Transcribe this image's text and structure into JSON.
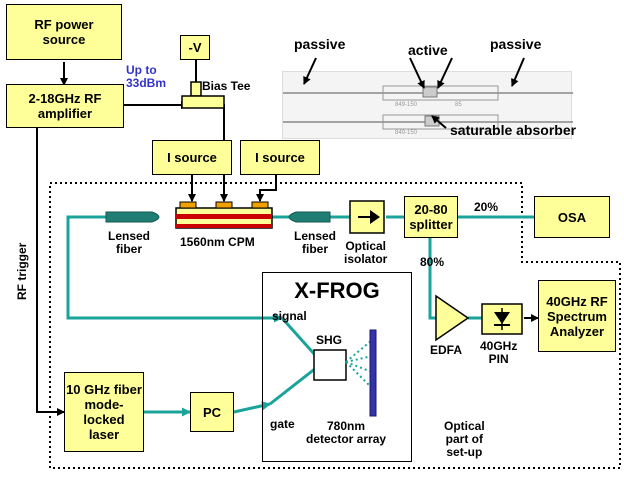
{
  "boxes": {
    "rf_source": "RF power\nsource",
    "rf_amp": "2-18GHz RF\namplifier",
    "neg_v": "-V",
    "i_source_1": "I source",
    "i_source_2": "I source",
    "splitter": "20-80\nsplitter",
    "osa": "OSA",
    "spectrum_analyzer": "40GHz RF\nSpectrum\nAnalyzer",
    "fiber_laser": "10 GHz fiber\nmode-locked\nlaser",
    "pc": "PC",
    "xfrog": "X-FROG",
    "shg": "SHG"
  },
  "labels": {
    "gain": "Up to\n33dBm",
    "bias_tee": "Bias Tee",
    "lensed_fiber_left": "Lensed\nfiber",
    "lensed_fiber_right": "Lensed\nfiber",
    "cpm": "1560nm CPM",
    "isolator": "Optical\nisolator",
    "rf_trigger": "RF trigger",
    "pct20": "20%",
    "pct80": "80%",
    "edfa": "EDFA",
    "pin": "40GHz\nPIN",
    "signal": "signal",
    "gate": "gate",
    "detector": "780nm\ndetector array",
    "optical_part": "Optical\npart of\nset-up"
  },
  "photo": {
    "passive_left": "passive",
    "active": "active",
    "passive_right": "passive",
    "saturable_absorber": "saturable absorber",
    "chip_text_1": "849-150",
    "chip_text_2": "849-150",
    "chip_text_3": "85"
  },
  "colors": {
    "box_fill": "#ffff99",
    "fiber": "#1aa39a",
    "gain_text": "#3333cc",
    "detector": "#3333aa",
    "cpm_stripe": "#cc0000",
    "edfa_fill": "#ffff99"
  }
}
